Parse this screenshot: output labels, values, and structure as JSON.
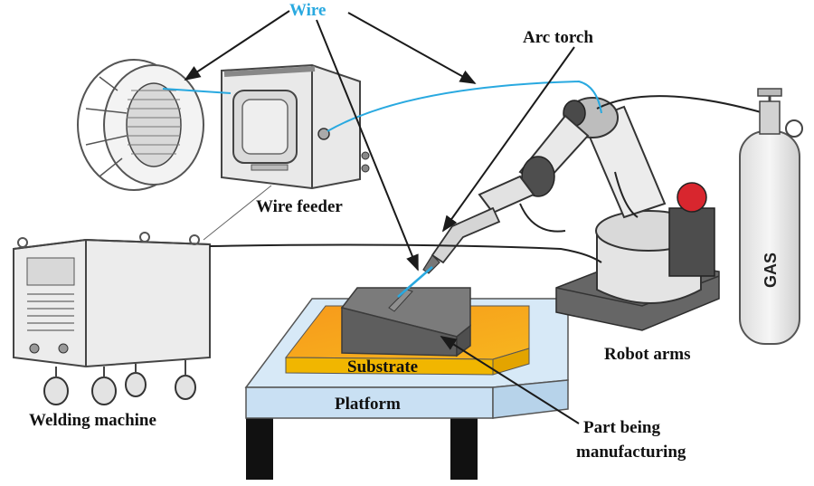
{
  "labels": {
    "wire": "Wire",
    "arc_torch": "Arc torch",
    "wire_feeder": "Wire feeder",
    "robot_arms": "Robot arms",
    "welding_machine": "Welding machine",
    "substrate": "Substrate",
    "platform": "Platform",
    "part_line1": "Part being",
    "part_line2": "manufacturing",
    "gas": "GAS"
  },
  "colors": {
    "wire": "#29a9e0",
    "substrate_top": "#f7a21b",
    "substrate_side": "#f2b400",
    "platform": "#cfe4f5",
    "part": "#6e6e6e",
    "device": "#e6e6e6",
    "stop_button": "#d8262e"
  }
}
